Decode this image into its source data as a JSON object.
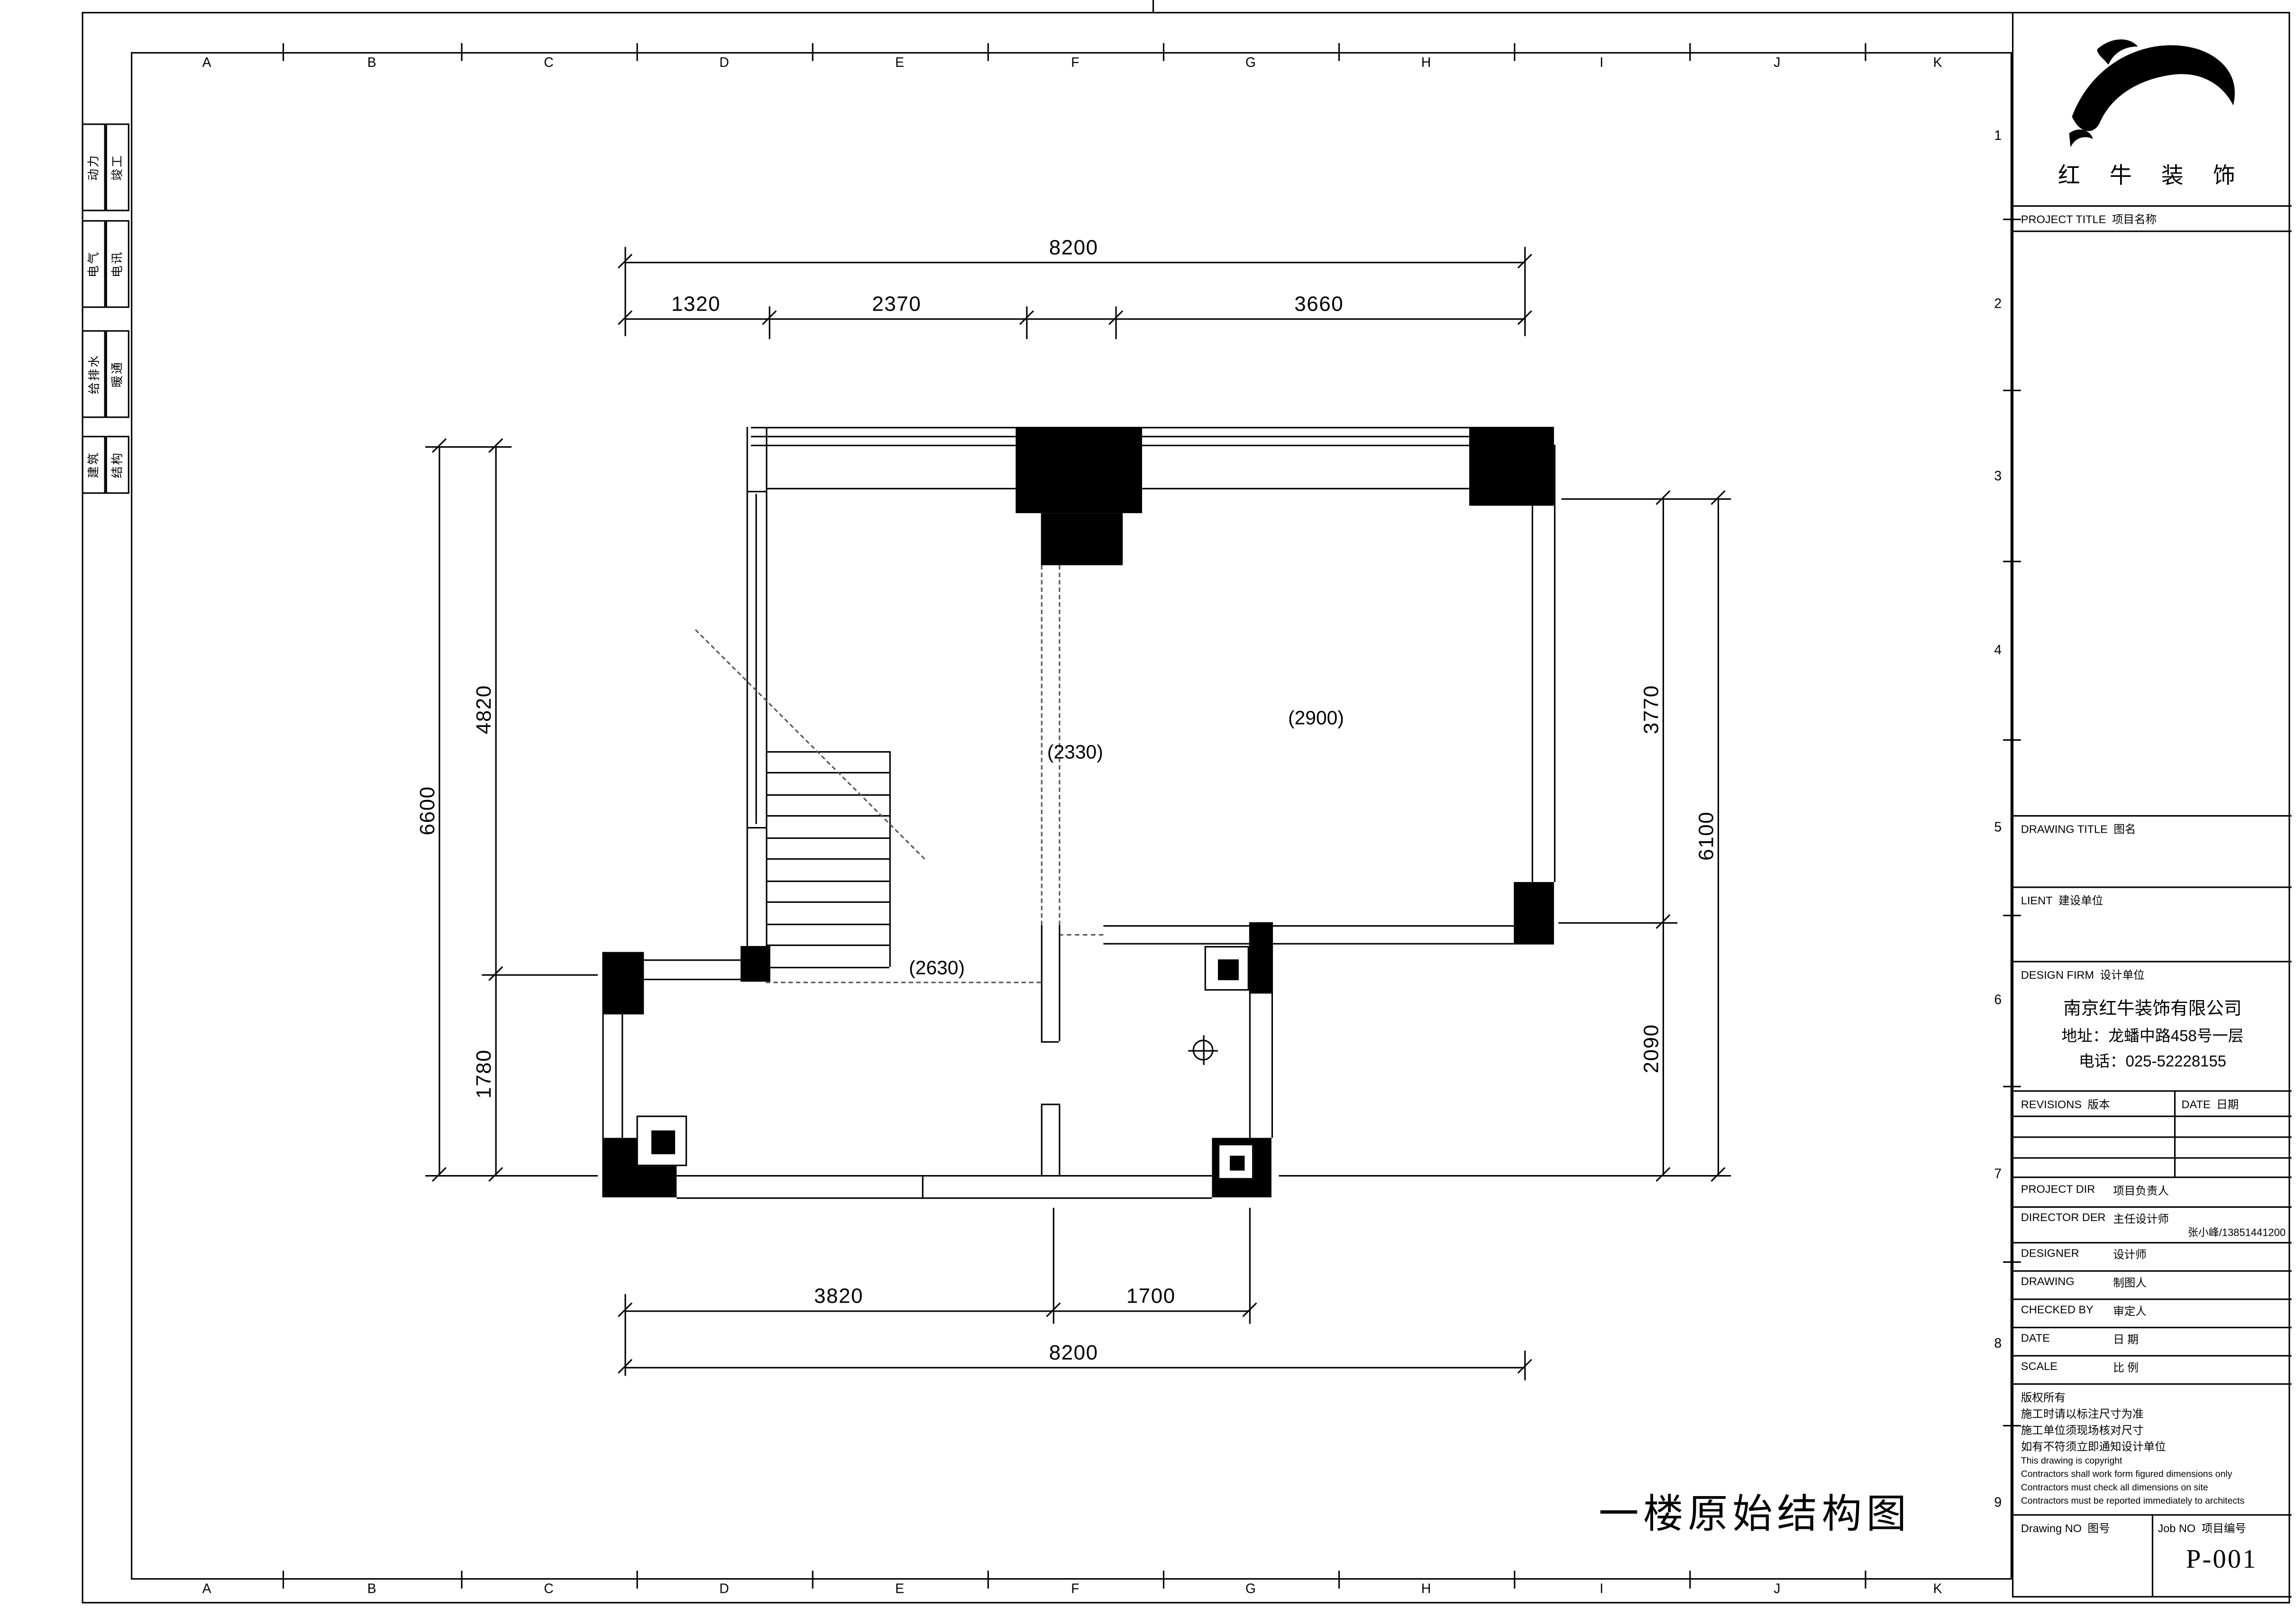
{
  "sheet": {
    "plan_title": "一楼原始结构图",
    "colors": {
      "line": "#000000",
      "background": "#ffffff"
    }
  },
  "grid": {
    "columns": [
      "A",
      "B",
      "C",
      "D",
      "E",
      "F",
      "G",
      "H",
      "I",
      "J",
      "K"
    ],
    "rows": [
      "1",
      "2",
      "3",
      "4",
      "5",
      "6",
      "7",
      "8",
      "9"
    ]
  },
  "discipline_tabs": [
    {
      "left": "动力",
      "right": "竣工"
    },
    {
      "left": "电气",
      "right": "电讯"
    },
    {
      "left": "给排水",
      "right": "暖通"
    },
    {
      "left": "建筑",
      "right": "结构"
    }
  ],
  "dims": {
    "top_total": "8200",
    "top_a": "1320",
    "top_b": "2370",
    "top_c": "3660",
    "left_total": "6600",
    "left_a": "4820",
    "left_b": "1780",
    "right_a": "3770",
    "right_b": "2090",
    "right_total": "6100",
    "bottom_a": "3820",
    "bottom_b": "1700",
    "bottom_total": "8200"
  },
  "rooms": {
    "a": "(2330)",
    "b": "(2900)",
    "c": "(2630)"
  },
  "title_block": {
    "brand": "红 牛 装 饰",
    "logo_icon": "bull-brush-mark",
    "labels": {
      "project_title_en": "PROJECT TITLE",
      "project_title_zh": "项目名称",
      "drawing_title_en": "DRAWING TITLE",
      "drawing_title_zh": "图名",
      "client_en": "LIENT",
      "client_zh": "建设单位",
      "design_firm_en": "DESIGN FIRM",
      "design_firm_zh": "设计单位",
      "revisions_en": "REVISIONS",
      "revisions_zh": "版本",
      "rev_date_en": "DATE",
      "rev_date_zh": "日期"
    },
    "company": {
      "name": "南京红牛装饰有限公司",
      "address": "地址：龙蟠中路458号一层",
      "phone": "电话：025-52228155"
    },
    "staff_rows": [
      {
        "en": "PROJECT DIR",
        "zh": "项目负责人",
        "value": ""
      },
      {
        "en": "DIRECTOR DER",
        "zh": "主任设计师",
        "value": "张小峰/13851441200"
      },
      {
        "en": "DESIGNER",
        "zh": "设计师",
        "value": ""
      },
      {
        "en": "DRAWING",
        "zh": "制图人",
        "value": ""
      },
      {
        "en": "CHECKED BY",
        "zh": "审定人",
        "value": ""
      },
      {
        "en": "DATE",
        "zh": "日 期",
        "value": ""
      },
      {
        "en": "SCALE",
        "zh": "比 例",
        "value": ""
      }
    ],
    "copyright": [
      "版权所有",
      "施工时请以标注尺寸为准",
      "施工单位须现场核对尺寸",
      "如有不符须立即通知设计单位",
      "This drawing is copyright",
      "Contractors shall work form figured dimensions only",
      "Contractors must check all dimensions on site",
      "Contractors must be reported immediately to architects"
    ],
    "footer": {
      "drawing_no_en": "Drawing NO",
      "drawing_no_zh": "图号",
      "job_no_en": "Job NO",
      "job_no_zh": "项目编号",
      "number": "P-001"
    }
  }
}
